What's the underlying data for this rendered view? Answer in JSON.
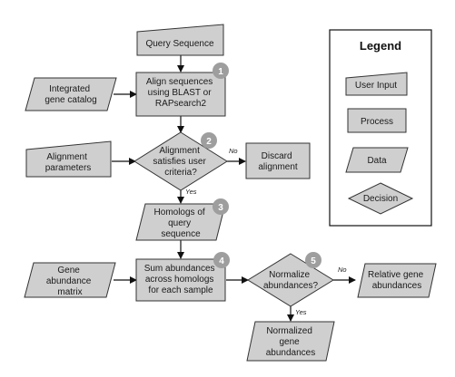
{
  "nodes": {
    "query_sequence": {
      "lines": [
        "Query Sequence"
      ]
    },
    "align": {
      "lines": [
        "Align sequences",
        "using BLAST or",
        "RAPsearch2"
      ],
      "step": "1"
    },
    "gene_catalog": {
      "lines": [
        "Integrated",
        "gene catalog"
      ]
    },
    "alignment_params": {
      "lines": [
        "Alignment",
        "parameters"
      ]
    },
    "criteria": {
      "lines": [
        "Alignment",
        "satisfies user",
        "criteria?"
      ],
      "step": "2"
    },
    "discard": {
      "lines": [
        "Discard",
        "alignment"
      ]
    },
    "homologs": {
      "lines": [
        "Homologs of",
        "query",
        "sequence"
      ],
      "step": "3"
    },
    "gene_matrix": {
      "lines": [
        "Gene",
        "abundance",
        "matrix"
      ]
    },
    "sum": {
      "lines": [
        "Sum abundances",
        "across homologs",
        "for each sample"
      ],
      "step": "4"
    },
    "normalize": {
      "lines": [
        "Normalize",
        "abundances?"
      ],
      "step": "5"
    },
    "relative": {
      "lines": [
        "Relative gene",
        "abundances"
      ]
    },
    "normalized": {
      "lines": [
        "Normalized",
        "gene",
        "abundances"
      ]
    }
  },
  "edges": {
    "criteria_no": "No",
    "criteria_yes": "Yes",
    "normalize_no": "No",
    "normalize_yes": "Yes"
  },
  "legend": {
    "title": "Legend",
    "items": [
      "User Input",
      "Process",
      "Data",
      "Decision"
    ]
  },
  "colors": {
    "shape_fill": "#cfcfcf",
    "badge": "#9e9e9e",
    "stroke": "#333333"
  }
}
